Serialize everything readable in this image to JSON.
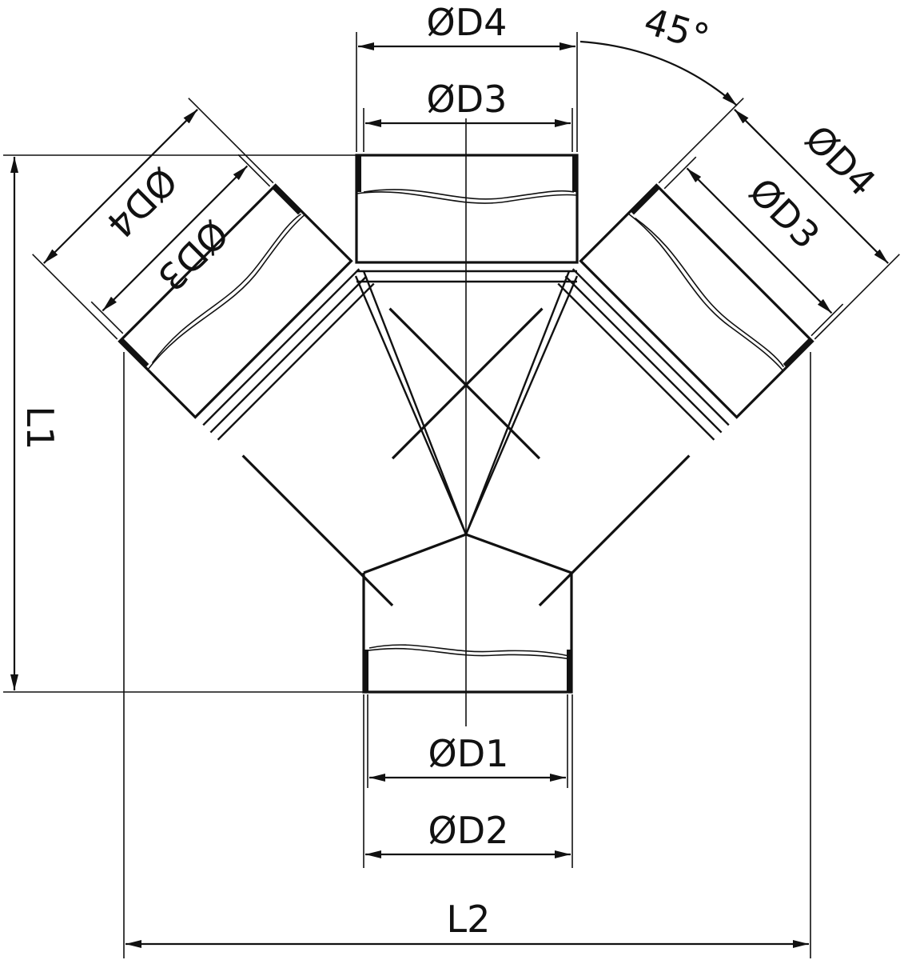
{
  "dimensions": {
    "d1": "ØD1",
    "d2": "ØD2",
    "d3_top": "ØD3",
    "d4_top": "ØD4",
    "d3_left": "ØD3",
    "d4_left": "ØD4",
    "d3_right": "ØD3",
    "d4_right": "ØD4",
    "angle": "45°",
    "l1": "L1",
    "l2": "L2"
  },
  "colors": {
    "line": "#111111",
    "background": "#ffffff"
  }
}
